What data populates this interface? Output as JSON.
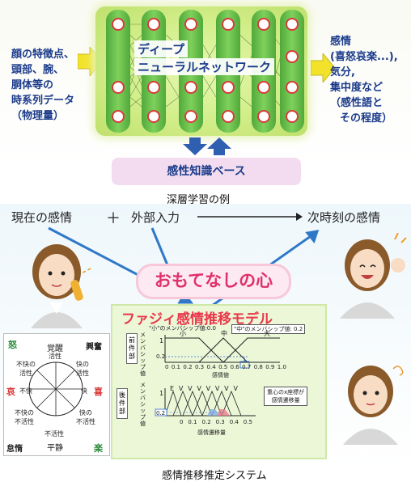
{
  "top": {
    "input_lines": [
      "顔の特徴点、",
      "頭部、腕、",
      "胴体等の",
      "時系列データ",
      "（物理量）"
    ],
    "nn_label_lines": [
      "ディープ",
      "ニューラルネットワーク"
    ],
    "output_lines": [
      "感情",
      "(喜怒哀楽...),",
      "気分,",
      "集中度など",
      "（感性語と",
      "その程度）"
    ],
    "knowledge_base": "感性知識ベース",
    "caption": "深層学習の例"
  },
  "bottom": {
    "headline": {
      "current_emotion": "現在の感情",
      "plus": "＋",
      "external_input": "外部入力",
      "next_emotion": "次時刻の感情"
    },
    "omotenashi": "おもてなしの心",
    "fuzzy_title": "ファジィ感情推移モデル",
    "membership_small": "\"小\"のメンバシップ値:0.0",
    "membership_mid": "\"中\"のメンバシップ値: 0.2",
    "antecedent_label": "前件部",
    "consequent_label": "後件部",
    "membership_axis": "メンバシップ値",
    "set_labels": [
      "小",
      "中",
      "大"
    ],
    "emotion_axis_ticks": [
      "0",
      "0.1",
      "0.2",
      "0.3",
      "0.4",
      "0.5",
      "0.6",
      "0.7",
      "0.8",
      "0.9",
      "1.0"
    ],
    "emotion_axis_label": "感情値",
    "y_tick_one": "1",
    "y_tick_02": "0.2",
    "consequent_sets": [
      "E",
      "V",
      "V",
      "V",
      "V",
      "V",
      "V",
      "V"
    ],
    "transition_ticks": [
      "0",
      "0.1",
      "0.2",
      "0.3",
      "0.4",
      "0.5"
    ],
    "transition_axis_label": "感情遷移量",
    "centroid_note": [
      "重心のx座標が",
      "感情遷移量"
    ],
    "caption": "感情推移推定システム"
  },
  "wheel": {
    "top": "覚醒",
    "bottom": "平静",
    "corner_tl": "怒",
    "corner_tr": "興奮",
    "corner_bl": "怠惰",
    "corner_br": "楽",
    "left": "哀",
    "right": "喜",
    "inner": {
      "top": "活性",
      "top_left": [
        "不快の",
        "活性"
      ],
      "top_right": [
        "快の",
        "活性"
      ],
      "left": "不快",
      "right": "快",
      "bottom_left": [
        "不快の",
        "不活性"
      ],
      "bottom": "不活性",
      "bottom_right": [
        "快の",
        "不活性"
      ]
    }
  },
  "colors": {
    "blue_text": "#1a3a8a",
    "node_outline": "#d83a3a",
    "fuzzy_title": "#e8384a",
    "omotenashi": "#e0306a",
    "arrow_blue": "#2f78c8"
  }
}
